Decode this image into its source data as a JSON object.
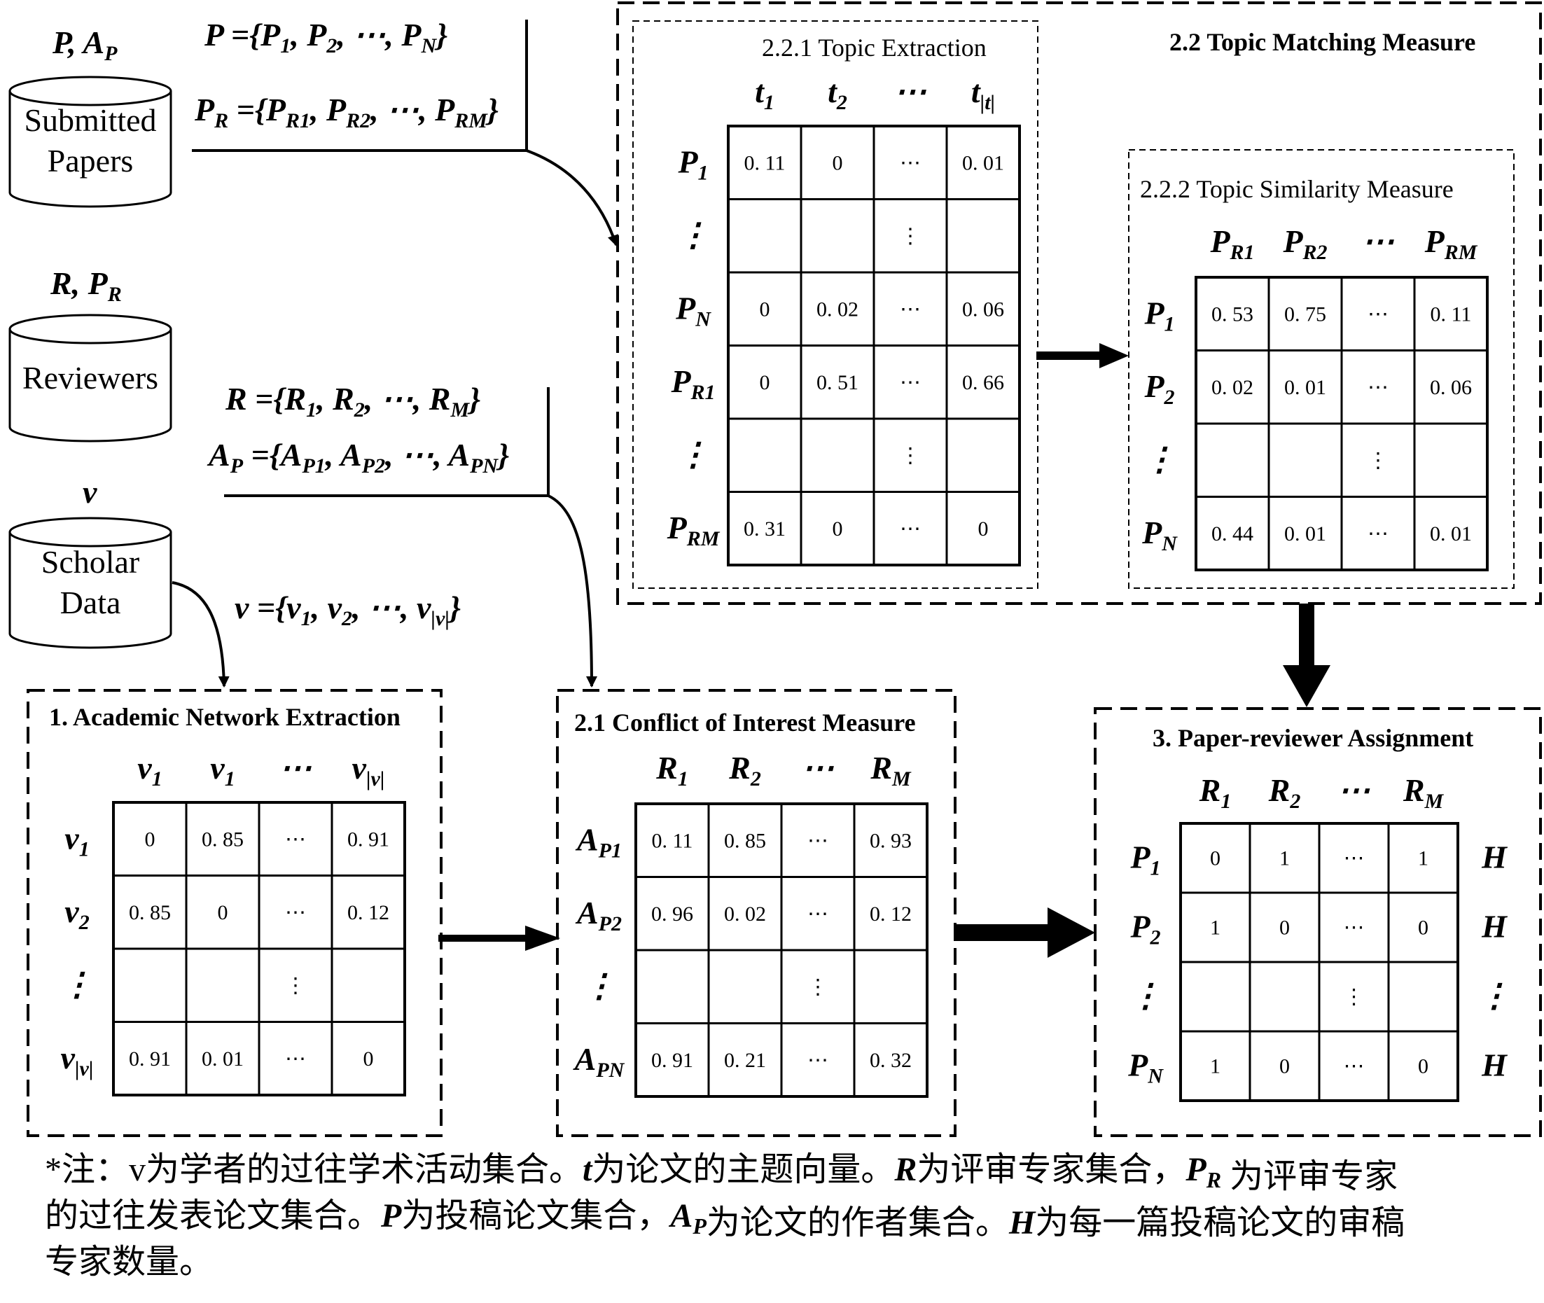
{
  "databases": [
    {
      "id": "papers",
      "label_lines": [
        "Submitted",
        "Papers"
      ],
      "above": "P, A",
      "above_sub": "P"
    },
    {
      "id": "reviewers",
      "label_lines": [
        "Reviewers"
      ],
      "above": "R, P",
      "above_sub": "R"
    },
    {
      "id": "scholar",
      "label_lines": [
        "Scholar",
        "Data"
      ],
      "above": "v",
      "above_sub": ""
    }
  ],
  "equations": {
    "p_set": "P ={P1, P2, ⋯, PN}",
    "pr_set": "PR ={PR1, PR2, ⋯, PRM}",
    "r_set": "R ={R1, R2, ⋯, RM}",
    "ap_set": "AP ={AP1, AP2, ⋯, APN}",
    "v_set": "v ={v1, v2, ⋯, v|v|}"
  },
  "sections": {
    "topic_matching": "2.2 Topic Matching Measure",
    "topic_extraction": "2.2.1 Topic Extraction",
    "topic_similarity": "2.2.2 Topic Similarity Measure",
    "academic_network": "1. Academic Network Extraction",
    "conflict_interest": "2.1 Conflict of Interest Measure",
    "assignment": "3. Paper-reviewer Assignment"
  },
  "matrices": {
    "topic_extraction": {
      "cols": [
        [
          "t",
          "1"
        ],
        [
          "t",
          "2"
        ],
        [
          "⋯",
          ""
        ],
        [
          "t",
          "|t|"
        ]
      ],
      "rows": [
        [
          "P",
          "1"
        ],
        [
          "⋮",
          ""
        ],
        [
          "P",
          "N"
        ],
        [
          "P",
          "R1"
        ],
        [
          "⋮",
          ""
        ],
        [
          "P",
          "RM"
        ]
      ],
      "cells": [
        [
          "0. 11",
          "0",
          "⋯",
          "0. 01"
        ],
        [
          "",
          "",
          "⋮",
          ""
        ],
        [
          "0",
          "0. 02",
          "⋯",
          "0. 06"
        ],
        [
          "0",
          "0. 51",
          "⋯",
          "0. 66"
        ],
        [
          "",
          "",
          "⋮",
          ""
        ],
        [
          "0. 31",
          "0",
          "⋯",
          "0"
        ]
      ]
    },
    "topic_similarity": {
      "cols": [
        [
          "P",
          "R1"
        ],
        [
          "P",
          "R2"
        ],
        [
          "⋯",
          ""
        ],
        [
          "P",
          "RM"
        ]
      ],
      "rows": [
        [
          "P",
          "1"
        ],
        [
          "P",
          "2"
        ],
        [
          "⋮",
          ""
        ],
        [
          "P",
          "N"
        ]
      ],
      "cells": [
        [
          "0. 53",
          "0. 75",
          "⋯",
          "0. 11"
        ],
        [
          "0. 02",
          "0. 01",
          "⋯",
          "0. 06"
        ],
        [
          "",
          "",
          "⋮",
          ""
        ],
        [
          "0. 44",
          "0. 01",
          "⋯",
          "0. 01"
        ]
      ]
    },
    "academic_network": {
      "cols": [
        [
          "v",
          "1"
        ],
        [
          "v",
          "1"
        ],
        [
          "⋯",
          ""
        ],
        [
          "v",
          "|v|"
        ]
      ],
      "rows": [
        [
          "v",
          "1"
        ],
        [
          "v",
          "2"
        ],
        [
          "⋮",
          ""
        ],
        [
          "v",
          "|v|"
        ]
      ],
      "cells": [
        [
          "0",
          "0. 85",
          "⋯",
          "0. 91"
        ],
        [
          "0. 85",
          "0",
          "⋯",
          "0. 12"
        ],
        [
          "",
          "",
          "⋮",
          ""
        ],
        [
          "0. 91",
          "0. 01",
          "⋯",
          "0"
        ]
      ]
    },
    "conflict_interest": {
      "cols": [
        [
          "R",
          "1"
        ],
        [
          "R",
          "2"
        ],
        [
          "⋯",
          ""
        ],
        [
          "R",
          "M"
        ]
      ],
      "rows": [
        [
          "A",
          "P1"
        ],
        [
          "A",
          "P2"
        ],
        [
          "⋮",
          ""
        ],
        [
          "A",
          "PN"
        ]
      ],
      "cells": [
        [
          "0. 11",
          "0. 85",
          "⋯",
          "0. 93"
        ],
        [
          "0. 96",
          "0. 02",
          "⋯",
          "0. 12"
        ],
        [
          "",
          "",
          "⋮",
          ""
        ],
        [
          "0. 91",
          "0. 21",
          "⋯",
          "0. 32"
        ]
      ]
    },
    "assignment": {
      "cols": [
        [
          "R",
          "1"
        ],
        [
          "R",
          "2"
        ],
        [
          "⋯",
          ""
        ],
        [
          "R",
          "M"
        ]
      ],
      "rows": [
        [
          "P",
          "1"
        ],
        [
          "P",
          "2"
        ],
        [
          "⋮",
          ""
        ],
        [
          "P",
          "N"
        ]
      ],
      "cells": [
        [
          "0",
          "1",
          "⋯",
          "1"
        ],
        [
          "1",
          "0",
          "⋯",
          "0"
        ],
        [
          "",
          "",
          "⋮",
          ""
        ],
        [
          "1",
          "0",
          "⋯",
          "0"
        ]
      ],
      "right": [
        "H",
        "H",
        "⋮",
        "H"
      ]
    }
  },
  "note": {
    "line1": "*注：v为学者的过往学术活动集合。t为论文的主题向量。R为评审专家集合，PR 为评审专家",
    "line2": "的过往发表论文集合。P为投稿论文集合，AP为论文的作者集合。H为每一篇投稿论文的审稿",
    "line3": "专家数量。"
  }
}
